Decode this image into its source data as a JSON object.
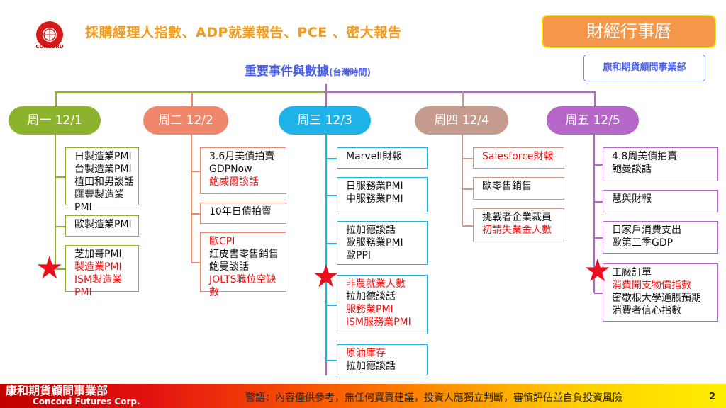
{
  "header": {
    "title": "採購經理人指數、ADP就業報告、PCE 、密大報告",
    "logo_text": "CONCORD",
    "calendar_label": "財經行事曆",
    "dept_label": "康和期貨顧問事業部",
    "subtitle": "重要事件與數據",
    "subtitle_note": "(台灣時間)"
  },
  "colors": {
    "mon": "#8db32e",
    "tue": "#f0876c",
    "wed": "#1fb2e8",
    "thu": "#c49b8d",
    "fri": "#b467c6",
    "highlight": "#e11111"
  },
  "days": [
    {
      "label": "周一 12/1",
      "boxes": [
        [
          {
            "t": "日製造業PMI"
          },
          {
            "t": "台製造業PMI"
          },
          {
            "t": "植田和男談話"
          },
          {
            "t": "匯豐製造業PMI"
          }
        ],
        [
          {
            "t": "歐製造業PMI"
          }
        ],
        [
          {
            "t": "芝加哥PMI"
          },
          {
            "t": "製造業PMI",
            "r": 1
          },
          {
            "t": "ISM製造業PMI",
            "r": 1
          }
        ]
      ]
    },
    {
      "label": "周二 12/2",
      "boxes": [
        [
          {
            "t": "3.6月美債拍賣"
          },
          {
            "t": "GDPNow"
          },
          {
            "t": "鮑威爾談話",
            "r": 1
          }
        ],
        [
          {
            "t": "10年日債拍賣"
          }
        ],
        [
          {
            "t": "歐CPI",
            "r": 1
          },
          {
            "t": "紅皮書零售銷售"
          },
          {
            "t": "鮑曼談話"
          },
          {
            "t": "JOLTS職位空缺數",
            "r": 1
          }
        ]
      ]
    },
    {
      "label": "周三 12/3",
      "boxes": [
        [
          {
            "t": "Marvell財報"
          }
        ],
        [
          {
            "t": "日服務業PMI"
          },
          {
            "t": "中服務業PMI"
          }
        ],
        [
          {
            "t": "拉加德談話"
          },
          {
            "t": "歐服務業PMI"
          },
          {
            "t": "歐PPI"
          }
        ],
        [
          {
            "t": "非農就業人數",
            "r": 1
          },
          {
            "t": "拉加德談話"
          },
          {
            "t": "服務業PMI",
            "r": 1
          },
          {
            "t": "ISM服務業PMI",
            "r": 1
          }
        ],
        [
          {
            "t": "原油庫存",
            "r": 1
          },
          {
            "t": "拉加德談話"
          }
        ]
      ]
    },
    {
      "label": "周四 12/4",
      "boxes": [
        [
          {
            "t": "Salesforce財報",
            "r": 1
          }
        ],
        [
          {
            "t": "歐零售銷售"
          }
        ],
        [
          {
            "t": "挑戰者企業裁員"
          },
          {
            "t": "初請失業金人數",
            "r": 1
          }
        ]
      ]
    },
    {
      "label": "周五 12/5",
      "boxes": [
        [
          {
            "t": "4.8周美債拍賣"
          },
          {
            "t": "鮑曼談話"
          }
        ],
        [
          {
            "t": "慧與財報"
          }
        ],
        [
          {
            "t": "日家戶消費支出"
          },
          {
            "t": "歐第三季GDP"
          }
        ],
        [
          {
            "t": "工廠訂單"
          },
          {
            "t": "消費開支物價指數",
            "r": 1
          },
          {
            "t": "密歇根大學通脹預期"
          },
          {
            "t": "消費者信心指數"
          }
        ]
      ]
    }
  ],
  "footer": {
    "company_cn": "康和期貨顧問事業部",
    "company_en": "Concord Futures Corp.",
    "warning": "警語：內容僅供參考，無任何買賣建議，投資人應獨立判斷，審慎評估並自負投資風險",
    "page": "2"
  }
}
